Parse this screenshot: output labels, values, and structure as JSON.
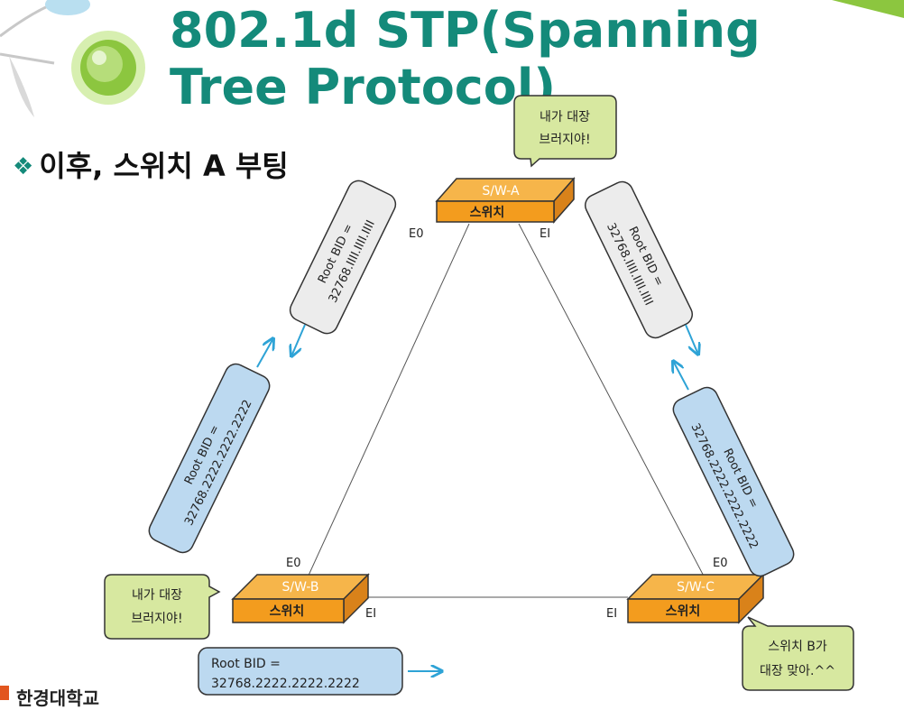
{
  "slide": {
    "title": "802.1d STP(Spanning Tree Protocol)",
    "subtitle": "이후, 스위치 A 부팅",
    "bullet_icon": "diamond-bullet-icon",
    "footer_logo_text": "한경대학교"
  },
  "switches": [
    {
      "id": "a",
      "name": "S/W-A",
      "label": "스위치"
    },
    {
      "id": "b",
      "name": "S/W-B",
      "label": "스위치"
    },
    {
      "id": "c",
      "name": "S/W-C",
      "label": "스위치"
    }
  ],
  "ports": {
    "e0": "E0",
    "e1": "EI"
  },
  "speech": {
    "a": [
      "내가 대장",
      "브러지야!"
    ],
    "b": [
      "내가 대장",
      "브러지야!"
    ],
    "c": [
      "스위치 B가",
      "대장 맞아.^^"
    ]
  },
  "bpdu": {
    "a_left": [
      "Root BID =",
      "32768.IIII.IIII.IIII"
    ],
    "a_right": [
      "Root BID =",
      "32768.IIII.IIII.IIII"
    ],
    "b_left": [
      "Root BID =",
      "32768.2222.2222.2222"
    ],
    "c_right": [
      "Root BID =",
      "32768.2222.2222.2222"
    ],
    "b_bottom": [
      "Root BID =",
      "32768.2222.2222.2222"
    ]
  },
  "colors": {
    "title": "#148a7a",
    "switch_top": "#f6b54a",
    "switch_front": "#f39c1e",
    "switch_side": "#d9821a",
    "bpdu_gray": "#ececec",
    "bpdu_blue": "#bcd9f0",
    "speech_fill": "#d7e8a0",
    "arrow": "#2ea3d6"
  }
}
